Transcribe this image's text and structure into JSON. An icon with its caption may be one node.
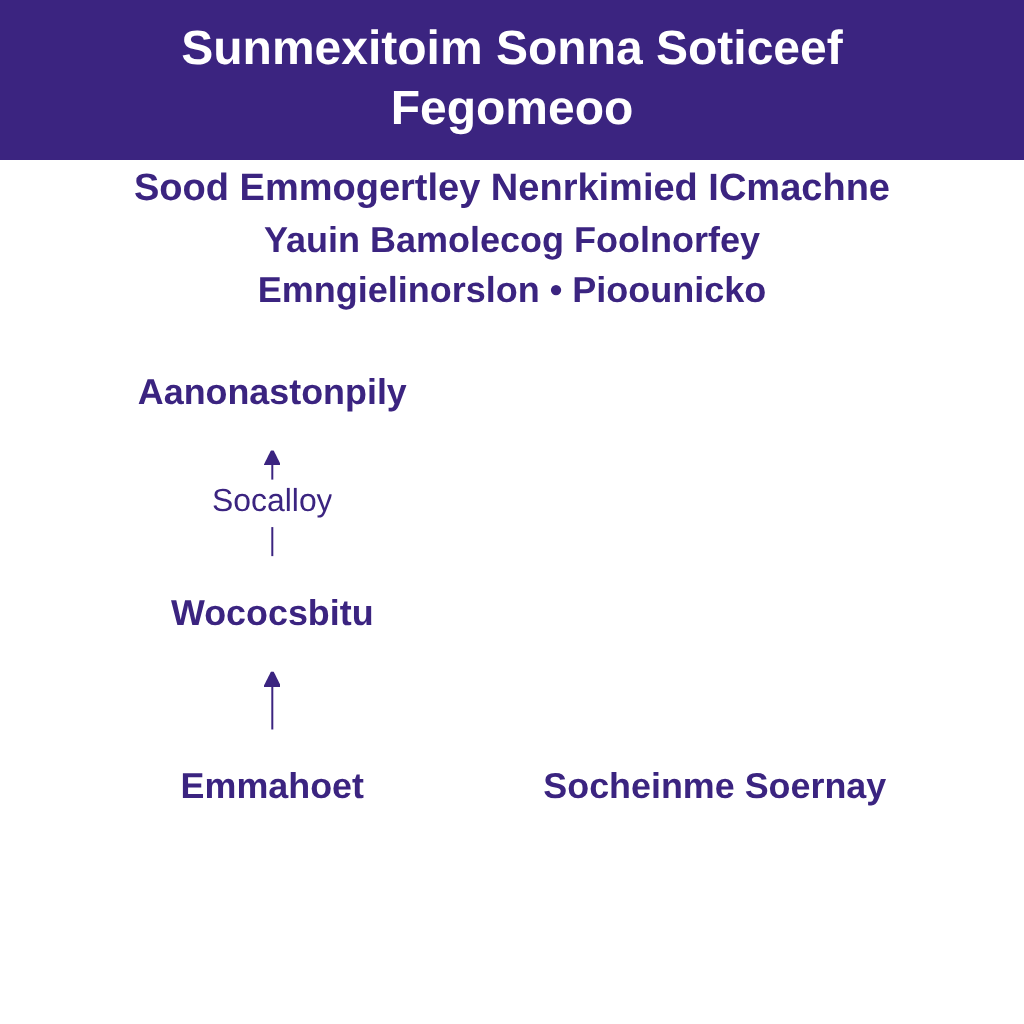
{
  "diagram": {
    "title": "Sunmexitoim Sonna Soticeef Fegomeoo",
    "nodes": [
      {
        "text": [
          "Aanonastonpily"
        ]
      },
      {
        "text": [
          "Wococsbitu"
        ]
      },
      {
        "text": [
          "Emmahoet"
        ]
      },
      {
        "text": [
          "Socheinme Soernay"
        ]
      }
    ],
    "edges": [
      {
        "from": 1,
        "to": 0,
        "arrow": "to",
        "label": "Socalloy"
      },
      {
        "from": 2,
        "to": 1,
        "arrow": "to"
      }
    ],
    "labels": [
      "Sood Emmogertley Nenrkimied ICmachne",
      "Yauin Bamolecog Foolnorfey",
      "Emngielinorslon • Pioounicko"
    ]
  }
}
